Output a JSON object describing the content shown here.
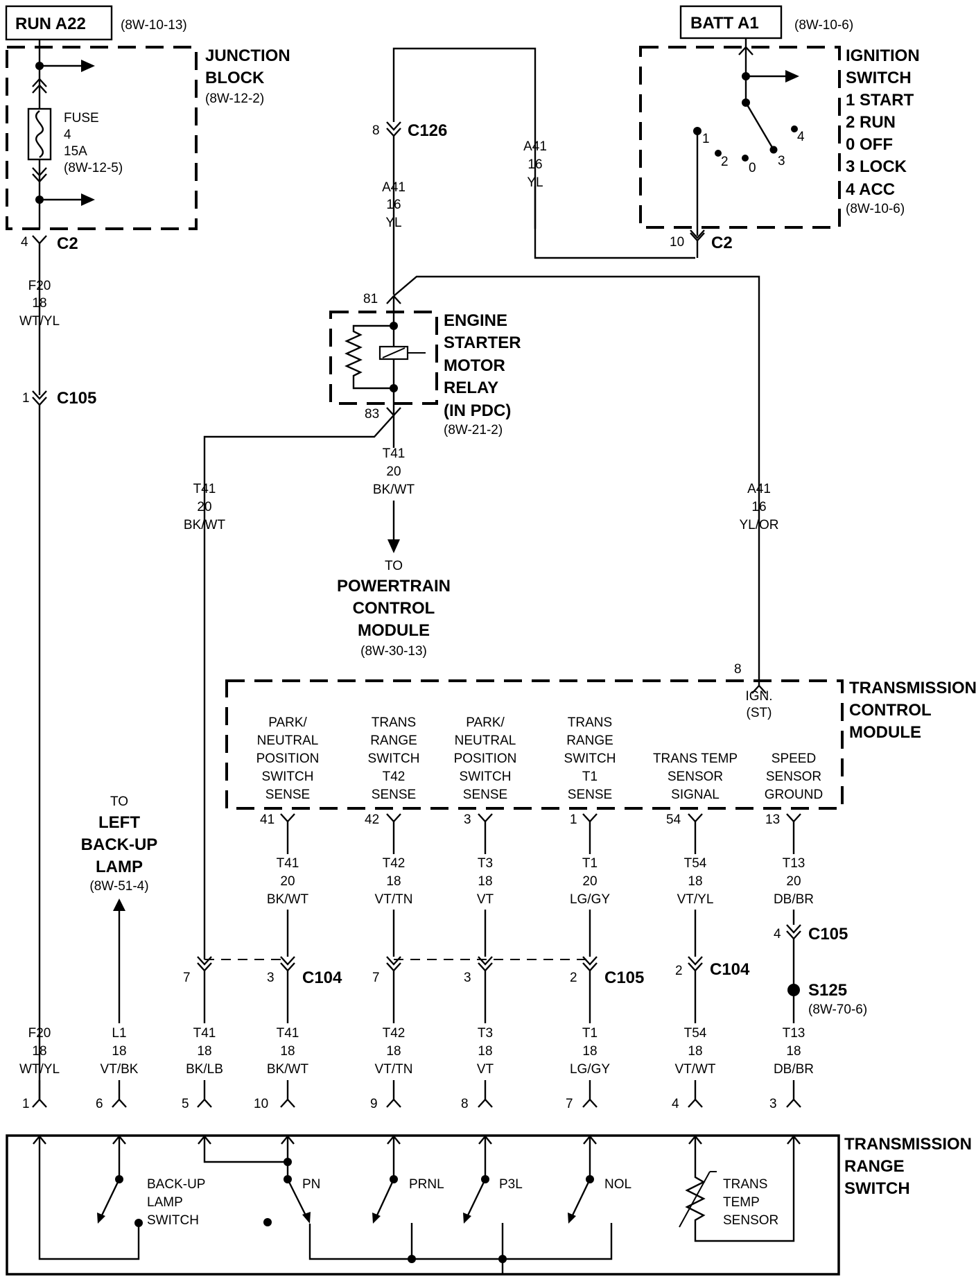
{
  "header": {
    "run_label": "RUN A22",
    "run_ref": "(8W-10-13)",
    "batt_label": "BATT A1",
    "batt_ref": "(8W-10-6)"
  },
  "junction_block": {
    "title1": "JUNCTION",
    "title2": "BLOCK",
    "ref": "(8W-12-2)",
    "fuse_l1": "FUSE",
    "fuse_l2": "4",
    "fuse_l3": "15A",
    "fuse_l4": "(8W-12-5)"
  },
  "ignition_switch": {
    "title1": "IGNITION",
    "title2": "SWITCH",
    "pos1": "1 START",
    "pos2": "2 RUN",
    "pos0": "0 OFF",
    "pos3": "3 LOCK",
    "pos4": "4 ACC",
    "ref": "(8W-10-6)",
    "n1": "1",
    "n2": "2",
    "n0": "0",
    "n3": "3",
    "n4": "4"
  },
  "connectors": {
    "c2": "C2",
    "c126": "C126",
    "c105": "C105",
    "c104": "C104",
    "s125": "S125",
    "s125_ref": "(8W-70-6)"
  },
  "relay": {
    "l1": "ENGINE",
    "l2": "STARTER",
    "l3": "MOTOR",
    "l4": "RELAY",
    "l5": "(IN PDC)",
    "ref": "(8W-21-2)"
  },
  "pcm": {
    "to": "TO",
    "l1": "POWERTRAIN",
    "l2": "CONTROL",
    "l3": "MODULE",
    "ref": "(8W-30-13)"
  },
  "tcm": {
    "l1": "TRANSMISSION",
    "l2": "CONTROL",
    "l3": "MODULE",
    "ign1": "IGN.",
    "ign2": "(ST)",
    "col1": [
      "PARK/",
      "NEUTRAL",
      "POSITION",
      "SWITCH",
      "SENSE"
    ],
    "col2": [
      "TRANS",
      "RANGE",
      "SWITCH",
      "T42",
      "SENSE"
    ],
    "col3": [
      "PARK/",
      "NEUTRAL",
      "POSITION",
      "SWITCH",
      "SENSE"
    ],
    "col4": [
      "TRANS",
      "RANGE",
      "SWITCH",
      "T1",
      "SENSE"
    ],
    "col5": [
      "TRANS TEMP",
      "SENSOR",
      "SIGNAL"
    ],
    "col6": [
      "SPEED",
      "SENSOR",
      "GROUND"
    ]
  },
  "backup_lamp": {
    "to": "TO",
    "l1": "LEFT",
    "l2": "BACK-UP",
    "l3": "LAMP",
    "ref": "(8W-51-4)"
  },
  "trs": {
    "l1": "TRANSMISSION",
    "l2": "RANGE",
    "l3": "SWITCH",
    "backup": [
      "BACK-UP",
      "LAMP",
      "SWITCH"
    ],
    "pn": "PN",
    "prnl": "PRNL",
    "p3l": "P3L",
    "nol": "NOL",
    "temp": [
      "TRANS",
      "TEMP",
      "SENSOR"
    ]
  },
  "wires": {
    "f20_top": [
      "F20",
      "18",
      "WT/YL"
    ],
    "a41_c126": [
      "A41",
      "16",
      "YL"
    ],
    "a41_ign": [
      "A41",
      "16",
      "YL"
    ],
    "t41_left": [
      "T41",
      "20",
      "BK/WT"
    ],
    "t41_pcm": [
      "T41",
      "20",
      "BK/WT"
    ],
    "a41_tcm": [
      "A41",
      "16",
      "YL/OR"
    ],
    "mid": [
      [
        "T41",
        "20",
        "BK/WT"
      ],
      [
        "T42",
        "18",
        "VT/TN"
      ],
      [
        "T3",
        "18",
        "VT"
      ],
      [
        "T1",
        "20",
        "LG/GY"
      ],
      [
        "T54",
        "18",
        "VT/YL"
      ],
      [
        "T13",
        "20",
        "DB/BR"
      ]
    ],
    "bottom": [
      [
        "F20",
        "18",
        "WT/YL"
      ],
      [
        "L1",
        "18",
        "VT/BK"
      ],
      [
        "T41",
        "18",
        "BK/LB"
      ],
      [
        "T41",
        "18",
        "BK/WT"
      ],
      [
        "T42",
        "18",
        "VT/TN"
      ],
      [
        "T3",
        "18",
        "VT"
      ],
      [
        "T1",
        "18",
        "LG/GY"
      ],
      [
        "T54",
        "18",
        "VT/WT"
      ],
      [
        "T13",
        "18",
        "DB/BR"
      ]
    ]
  },
  "pins": {
    "c2_left": "4",
    "c105_left": "1",
    "c126": "8",
    "c2_right": "10",
    "p81": "81",
    "p83": "83",
    "p8": "8",
    "tcm": [
      "41",
      "42",
      "3",
      "1",
      "54",
      "13"
    ],
    "c105_t13": "4",
    "c104_a": "7",
    "c104_b": "3",
    "c105_a": "7",
    "c105_b": "3",
    "c105_c": "2",
    "c104_c": "2",
    "trs": [
      "1",
      "6",
      "5",
      "10",
      "9",
      "8",
      "7",
      "4",
      "3"
    ]
  }
}
